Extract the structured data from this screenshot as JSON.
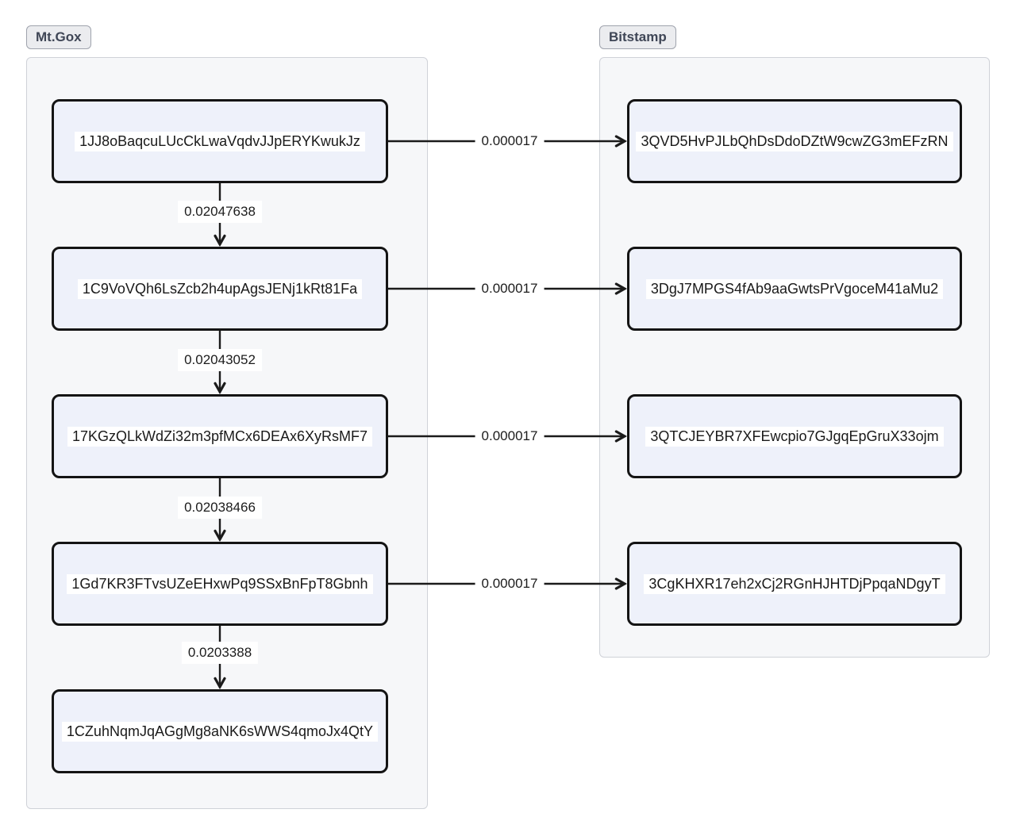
{
  "clusters": [
    {
      "id": "mtgox",
      "label": "Mt.Gox",
      "nodes": [
        "1JJ8oBaqcuLUcCkLwaVqdvJJpERYKwukJz",
        "1C9VoVQh6LsZcb2h4upAgsJENj1kRt81Fa",
        "17KGzQLkWdZi32m3pfMCx6DEAx6XyRsMF7",
        "1Gd7KR3FTvsUZeEHxwPq9SSxBnFpT8Gbnh",
        "1CZuhNqmJqAGgMg8aNK6sWWS4qmoJx4QtY"
      ]
    },
    {
      "id": "bitstamp",
      "label": "Bitstamp",
      "nodes": [
        "3QVD5HvPJLbQhDsDdoDZtW9cwZG3mEFzRN",
        "3DgJ7MPGS4fAb9aaGwtsPrVgoceM41aMu2",
        "3QTCJEYBR7XFEwcpio7GJgqEpGruX33ojm",
        "3CgKHXR17eh2xCj2RGnHJHTDjPpqaNDgyT"
      ]
    }
  ],
  "edges": {
    "chain": [
      {
        "from": 0,
        "to": 1,
        "amount": "0.02047638"
      },
      {
        "from": 1,
        "to": 2,
        "amount": "0.02043052"
      },
      {
        "from": 2,
        "to": 3,
        "amount": "0.02038466"
      },
      {
        "from": 3,
        "to": 4,
        "amount": "0.0203388"
      }
    ],
    "transfers": [
      {
        "from": 0,
        "to": 0,
        "amount": "0.000017"
      },
      {
        "from": 1,
        "to": 1,
        "amount": "0.000017"
      },
      {
        "from": 2,
        "to": 2,
        "amount": "0.000017"
      },
      {
        "from": 3,
        "to": 3,
        "amount": "0.000017"
      }
    ]
  },
  "colors": {
    "node_fill": "#eef1fa",
    "node_border": "#141414",
    "edge_stroke": "#1b1b1b",
    "label_bg": "#ffffff",
    "cluster_fill": "#f6f7f9",
    "cluster_border": "#cfd2d8",
    "cluster_label_bg": "#ebecef",
    "cluster_label_border": "#9fa3ad",
    "cluster_label_text": "#3f4656",
    "text": "#1a1a1a"
  }
}
